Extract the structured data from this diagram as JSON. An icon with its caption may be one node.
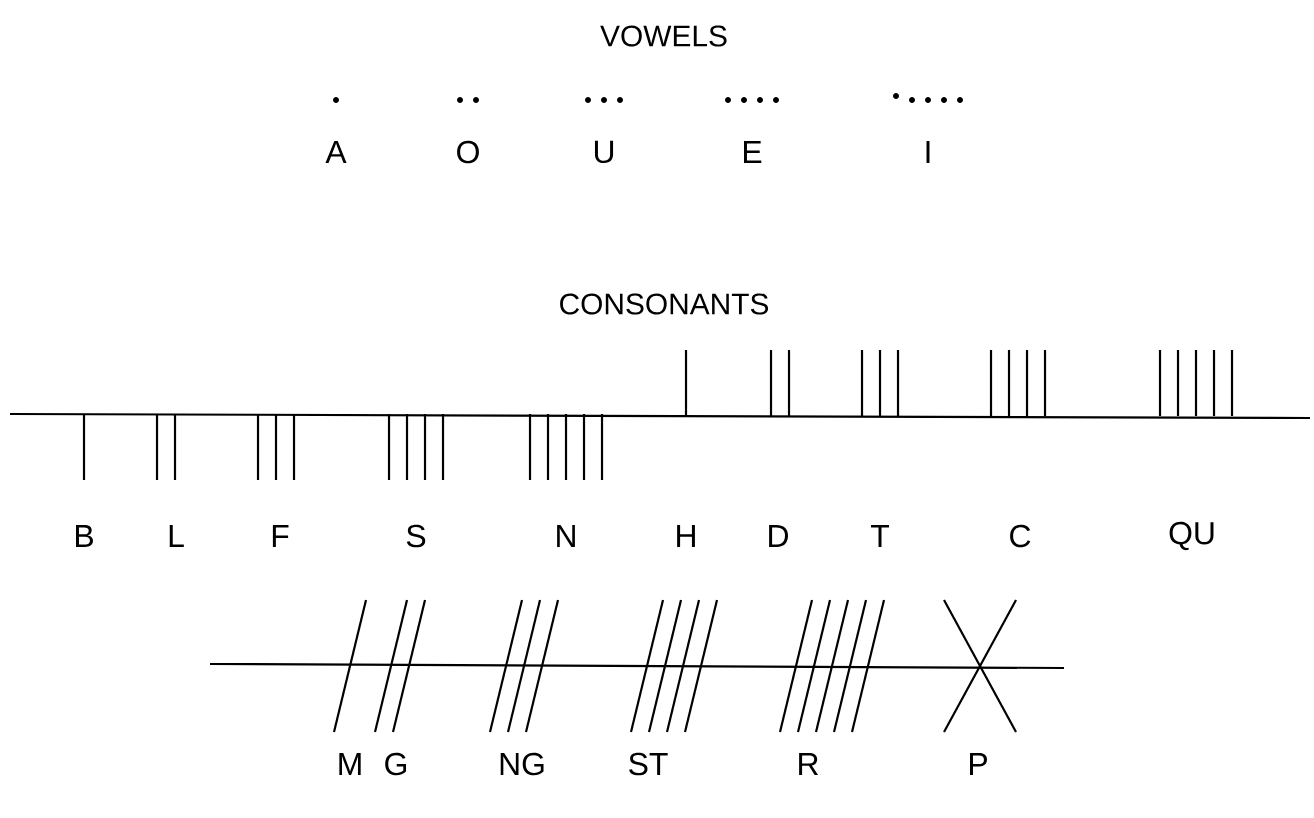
{
  "diagram": {
    "labels": [
      "VOWELS",
      "A",
      "O",
      "U",
      "E",
      "I",
      "CONSONANTS",
      "B",
      "L",
      "F",
      "S",
      "N",
      "H",
      "D",
      "T",
      "C",
      "QU",
      "M",
      "G",
      "NG",
      "ST",
      "R",
      "P"
    ]
  }
}
